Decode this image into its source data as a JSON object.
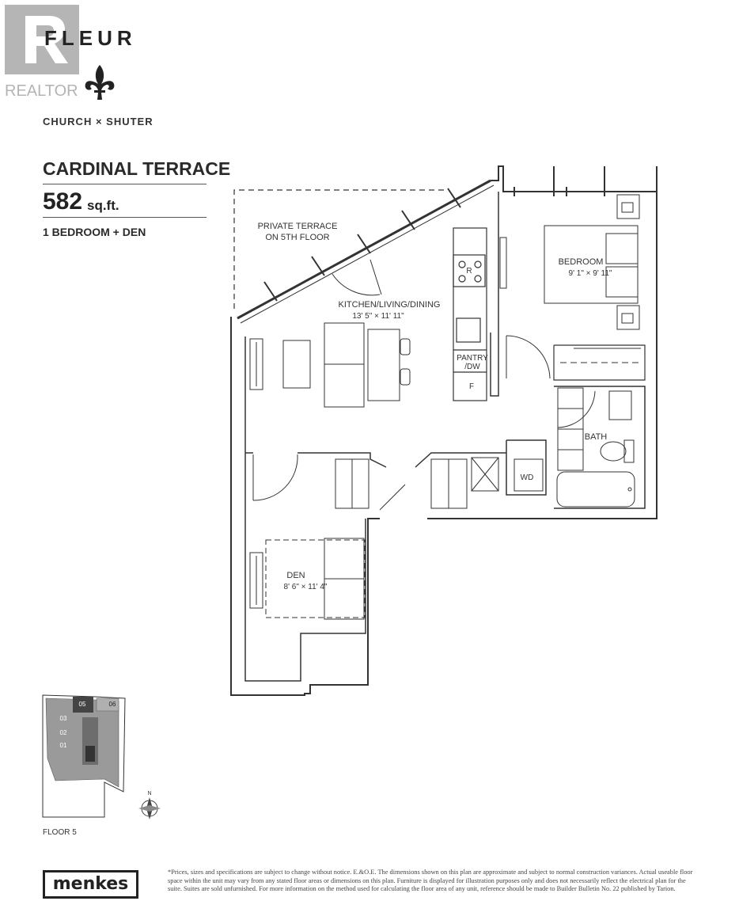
{
  "watermark": {
    "realtor": "REALTOR"
  },
  "brand": {
    "name": "FLEUR",
    "subtitle": "CHURCH × SHUTER"
  },
  "unit": {
    "name": "CARDINAL TERRACE",
    "area_value": "582",
    "area_unit": "sq.ft.",
    "type": "1 BEDROOM + DEN"
  },
  "plan": {
    "terrace_line1": "PRIVATE TERRACE",
    "terrace_line2": "ON 5TH FLOOR",
    "kitchen_name": "KITCHEN/LIVING/DINING",
    "kitchen_dim": "13' 5\" × 11' 11\"",
    "bedroom_name": "BEDROOM",
    "bedroom_dim": "9' 1\" × 9' 11\"",
    "den_name": "DEN",
    "den_dim": "8' 6\" × 11' 4\"",
    "bath": "BATH",
    "pantry_line1": "PANTRY",
    "pantry_line2": "/DW",
    "fridge": "F",
    "range": "R",
    "washer_dryer": "WD"
  },
  "keyplan": {
    "floor_label": "FLOOR 5",
    "units": [
      "05",
      "06",
      "03",
      "02",
      "01"
    ],
    "north": "N"
  },
  "developer": {
    "logo": "menkes"
  },
  "colors": {
    "wall": "#333333",
    "keyplan_fill": "#9a9a9a",
    "keyplan_highlight": "#444444"
  },
  "disclaimer": "*Prices, sizes and specifications are subject to change without notice. E.&O.E. The dimensions shown on this plan are approximate and subject to normal construction variances. Actual useable floor space within the unit may vary from any stated floor areas or dimensions on this plan. Furniture is displayed for illustration purposes only and does not necessarily reflect the electrical plan for the suite. Suites are sold unfurnished. For more information on the method used for calculating the floor area of any unit, reference should be made to Builder Bulletin No. 22 published by Tarion."
}
